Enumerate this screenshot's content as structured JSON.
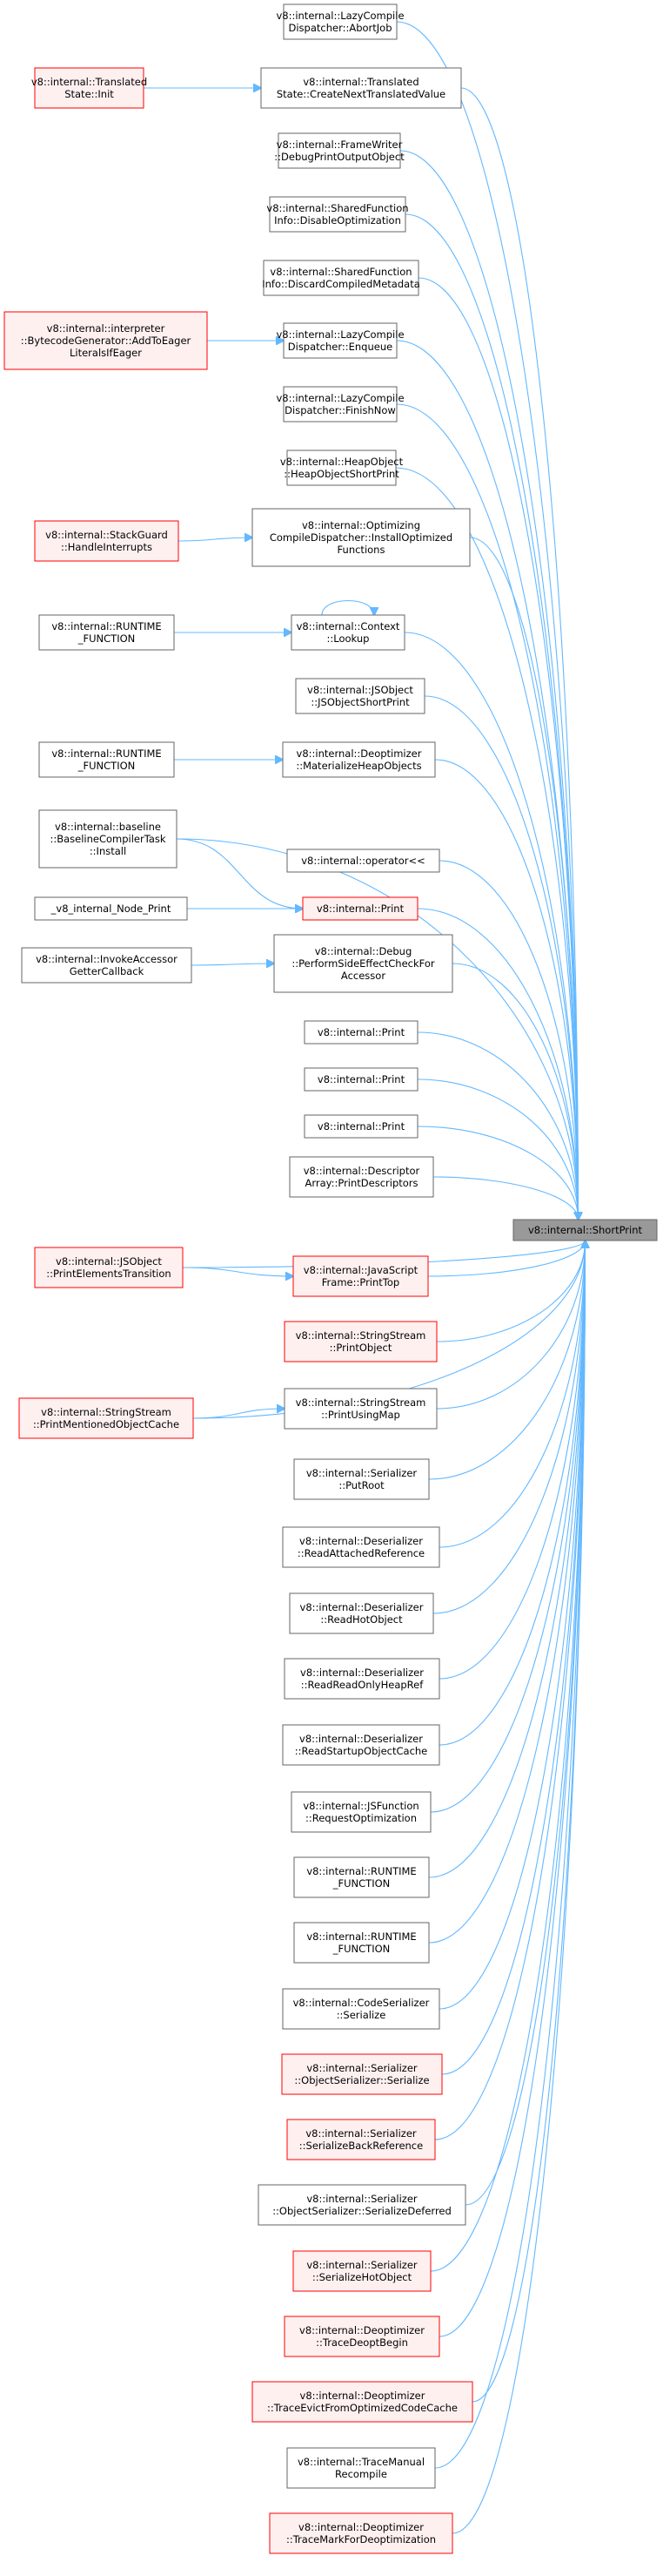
{
  "colors": {
    "node_border": "#666666",
    "node_border_red": "#ff0000",
    "node_fill": "#ffffff",
    "node_fill_red": "#fff0f0",
    "target_fill": "#999999",
    "edge": "#63b8ff"
  },
  "target": {
    "id": "shortprint",
    "lines": [
      "v8::internal::ShortPrint"
    ]
  },
  "nodes": [
    {
      "id": "abortjob",
      "lines": [
        "v8::internal::LazyCompile",
        "Dispatcher::AbortJob"
      ],
      "red": false
    },
    {
      "id": "ts_init",
      "lines": [
        "v8::internal::Translated",
        "State::Init"
      ],
      "red": true
    },
    {
      "id": "ts_create",
      "lines": [
        "v8::internal::Translated",
        "State::CreateNextTranslatedValue"
      ],
      "red": false
    },
    {
      "id": "framewriter",
      "lines": [
        "v8::internal::FrameWriter",
        "::DebugPrintOutputObject"
      ],
      "red": false
    },
    {
      "id": "sfi_disable",
      "lines": [
        "v8::internal::SharedFunction",
        "Info::DisableOptimization"
      ],
      "red": false
    },
    {
      "id": "sfi_discard",
      "lines": [
        "v8::internal::SharedFunction",
        "Info::DiscardCompiledMetadata"
      ],
      "red": false
    },
    {
      "id": "bytecodegen",
      "lines": [
        "v8::internal::interpreter",
        "::BytecodeGenerator::AddToEager",
        "LiteralsIfEager"
      ],
      "red": true
    },
    {
      "id": "lazy_enqueue",
      "lines": [
        "v8::internal::LazyCompile",
        "Dispatcher::Enqueue"
      ],
      "red": false
    },
    {
      "id": "lazy_finish",
      "lines": [
        "v8::internal::LazyCompile",
        "Dispatcher::FinishNow"
      ],
      "red": false
    },
    {
      "id": "heapobj",
      "lines": [
        "v8::internal::HeapObject",
        "::HeapObjectShortPrint"
      ],
      "red": false
    },
    {
      "id": "stackguard",
      "lines": [
        "v8::internal::StackGuard",
        "::HandleInterrupts"
      ],
      "red": true
    },
    {
      "id": "optcompile",
      "lines": [
        "v8::internal::Optimizing",
        "CompileDispatcher::InstallOptimized",
        "Functions"
      ],
      "red": false
    },
    {
      "id": "runtime1",
      "lines": [
        "v8::internal::RUNTIME",
        "_FUNCTION"
      ],
      "red": false
    },
    {
      "id": "ctx_lookup",
      "lines": [
        "v8::internal::Context",
        "::Lookup"
      ],
      "red": false
    },
    {
      "id": "jsobj_short",
      "lines": [
        "v8::internal::JSObject",
        "::JSObjectShortPrint"
      ],
      "red": false
    },
    {
      "id": "runtime2",
      "lines": [
        "v8::internal::RUNTIME",
        "_FUNCTION"
      ],
      "red": false
    },
    {
      "id": "deopt_mat",
      "lines": [
        "v8::internal::Deoptimizer",
        "::MaterializeHeapObjects"
      ],
      "red": false
    },
    {
      "id": "baseline",
      "lines": [
        "v8::internal::baseline",
        "::BaselineCompilerTask",
        "::Install"
      ],
      "red": false
    },
    {
      "id": "op_lshift",
      "lines": [
        "v8::internal::operator<<"
      ],
      "red": false
    },
    {
      "id": "node_print",
      "lines": [
        "_v8_internal_Node_Print"
      ],
      "red": false
    },
    {
      "id": "print_red",
      "lines": [
        "v8::internal::Print"
      ],
      "red": true
    },
    {
      "id": "invokeaccessor",
      "lines": [
        "v8::internal::InvokeAccessor",
        "GetterCallback"
      ],
      "red": false
    },
    {
      "id": "debug_side",
      "lines": [
        "v8::internal::Debug",
        "::PerformSideEffectCheckFor",
        "Accessor"
      ],
      "red": false
    },
    {
      "id": "print2",
      "lines": [
        "v8::internal::Print"
      ],
      "red": false
    },
    {
      "id": "print3",
      "lines": [
        "v8::internal::Print"
      ],
      "red": false
    },
    {
      "id": "print4",
      "lines": [
        "v8::internal::Print"
      ],
      "red": false
    },
    {
      "id": "descarray",
      "lines": [
        "v8::internal::Descriptor",
        "Array::PrintDescriptors"
      ],
      "red": false
    },
    {
      "id": "jsobj_elem",
      "lines": [
        "v8::internal::JSObject",
        "::PrintElementsTransition"
      ],
      "red": true
    },
    {
      "id": "jsframe",
      "lines": [
        "v8::internal::JavaScript",
        "Frame::PrintTop"
      ],
      "red": true
    },
    {
      "id": "ss_printobj",
      "lines": [
        "v8::internal::StringStream",
        "::PrintObject"
      ],
      "red": true
    },
    {
      "id": "ss_mentioned",
      "lines": [
        "v8::internal::StringStream",
        "::PrintMentionedObjectCache"
      ],
      "red": true
    },
    {
      "id": "ss_usingmap",
      "lines": [
        "v8::internal::StringStream",
        "::PrintUsingMap"
      ],
      "red": false
    },
    {
      "id": "ser_putroot",
      "lines": [
        "v8::internal::Serializer",
        "::PutRoot"
      ],
      "red": false
    },
    {
      "id": "des_attached",
      "lines": [
        "v8::internal::Deserializer",
        "::ReadAttachedReference"
      ],
      "red": false
    },
    {
      "id": "des_hot",
      "lines": [
        "v8::internal::Deserializer",
        "::ReadHotObject"
      ],
      "red": false
    },
    {
      "id": "des_rorh",
      "lines": [
        "v8::internal::Deserializer",
        "::ReadReadOnlyHeapRef"
      ],
      "red": false
    },
    {
      "id": "des_startup",
      "lines": [
        "v8::internal::Deserializer",
        "::ReadStartupObjectCache"
      ],
      "red": false
    },
    {
      "id": "jsfunc_reqopt",
      "lines": [
        "v8::internal::JSFunction",
        "::RequestOptimization"
      ],
      "red": false
    },
    {
      "id": "runtime3",
      "lines": [
        "v8::internal::RUNTIME",
        "_FUNCTION"
      ],
      "red": false
    },
    {
      "id": "runtime4",
      "lines": [
        "v8::internal::RUNTIME",
        "_FUNCTION"
      ],
      "red": false
    },
    {
      "id": "codeser",
      "lines": [
        "v8::internal::CodeSerializer",
        "::Serialize"
      ],
      "red": false
    },
    {
      "id": "objser_ser",
      "lines": [
        "v8::internal::Serializer",
        "::ObjectSerializer::Serialize"
      ],
      "red": true
    },
    {
      "id": "ser_backref",
      "lines": [
        "v8::internal::Serializer",
        "::SerializeBackReference"
      ],
      "red": true
    },
    {
      "id": "objser_def",
      "lines": [
        "v8::internal::Serializer",
        "::ObjectSerializer::SerializeDeferred"
      ],
      "red": false
    },
    {
      "id": "ser_hot",
      "lines": [
        "v8::internal::Serializer",
        "::SerializeHotObject"
      ],
      "red": true
    },
    {
      "id": "deopt_begin",
      "lines": [
        "v8::internal::Deoptimizer",
        "::TraceDeoptBegin"
      ],
      "red": true
    },
    {
      "id": "deopt_evict",
      "lines": [
        "v8::internal::Deoptimizer",
        "::TraceEvictFromOptimizedCodeCache"
      ],
      "red": true
    },
    {
      "id": "tracemanual",
      "lines": [
        "v8::internal::TraceManual",
        "Recompile"
      ],
      "red": false
    },
    {
      "id": "deopt_mark",
      "lines": [
        "v8::internal::Deoptimizer",
        "::TraceMarkForDeoptimization"
      ],
      "red": true
    }
  ],
  "edges": [
    [
      "ts_init",
      "ts_create"
    ],
    [
      "bytecodegen",
      "lazy_enqueue"
    ],
    [
      "stackguard",
      "optcompile"
    ],
    [
      "runtime1",
      "ctx_lookup"
    ],
    [
      "ctx_lookup",
      "ctx_lookup"
    ],
    [
      "runtime2",
      "deopt_mat"
    ],
    [
      "baseline",
      "print_red"
    ],
    [
      "node_print",
      "print_red"
    ],
    [
      "invokeaccessor",
      "debug_side"
    ],
    [
      "jsobj_elem",
      "jsframe"
    ],
    [
      "ss_mentioned",
      "ss_usingmap"
    ],
    [
      "abortjob",
      "shortprint"
    ],
    [
      "ts_create",
      "shortprint"
    ],
    [
      "framewriter",
      "shortprint"
    ],
    [
      "sfi_disable",
      "shortprint"
    ],
    [
      "sfi_discard",
      "shortprint"
    ],
    [
      "lazy_enqueue",
      "shortprint"
    ],
    [
      "lazy_finish",
      "shortprint"
    ],
    [
      "heapobj",
      "shortprint"
    ],
    [
      "optcompile",
      "shortprint"
    ],
    [
      "ctx_lookup",
      "shortprint"
    ],
    [
      "jsobj_short",
      "shortprint"
    ],
    [
      "deopt_mat",
      "shortprint"
    ],
    [
      "baseline",
      "shortprint"
    ],
    [
      "op_lshift",
      "shortprint"
    ],
    [
      "print_red",
      "shortprint"
    ],
    [
      "debug_side",
      "shortprint"
    ],
    [
      "print2",
      "shortprint"
    ],
    [
      "print3",
      "shortprint"
    ],
    [
      "print4",
      "shortprint"
    ],
    [
      "descarray",
      "shortprint"
    ],
    [
      "jsobj_elem",
      "shortprint"
    ],
    [
      "jsframe",
      "shortprint"
    ],
    [
      "ss_printobj",
      "shortprint"
    ],
    [
      "ss_mentioned",
      "shortprint"
    ],
    [
      "ss_usingmap",
      "shortprint"
    ],
    [
      "ser_putroot",
      "shortprint"
    ],
    [
      "des_attached",
      "shortprint"
    ],
    [
      "des_hot",
      "shortprint"
    ],
    [
      "des_rorh",
      "shortprint"
    ],
    [
      "des_startup",
      "shortprint"
    ],
    [
      "jsfunc_reqopt",
      "shortprint"
    ],
    [
      "runtime3",
      "shortprint"
    ],
    [
      "runtime4",
      "shortprint"
    ],
    [
      "codeser",
      "shortprint"
    ],
    [
      "objser_ser",
      "shortprint"
    ],
    [
      "ser_backref",
      "shortprint"
    ],
    [
      "objser_def",
      "shortprint"
    ],
    [
      "ser_hot",
      "shortprint"
    ],
    [
      "deopt_begin",
      "shortprint"
    ],
    [
      "deopt_evict",
      "shortprint"
    ],
    [
      "tracemanual",
      "shortprint"
    ],
    [
      "deopt_mark",
      "shortprint"
    ]
  ]
}
